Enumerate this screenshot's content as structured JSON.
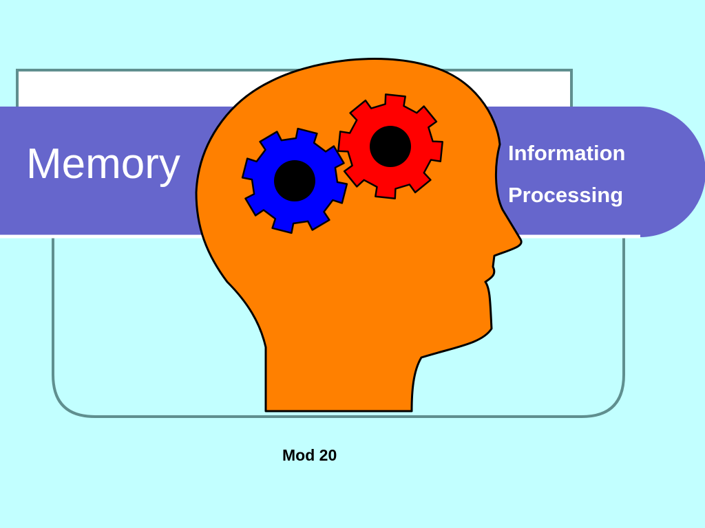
{
  "slide": {
    "title": "Memory",
    "subtitle_lines": [
      "Information",
      "Processing"
    ],
    "footer": "Mod 20"
  },
  "colors": {
    "background": "#c2ffff",
    "band": "#6666cc",
    "frame_border": "#5f8f8f",
    "head": "#ff8000",
    "gear_blue": "#0000ff",
    "gear_red": "#ff0000"
  },
  "icons": {
    "head": "head-silhouette-icon",
    "gear_left": "blue-gear-icon",
    "gear_right": "red-gear-icon"
  }
}
